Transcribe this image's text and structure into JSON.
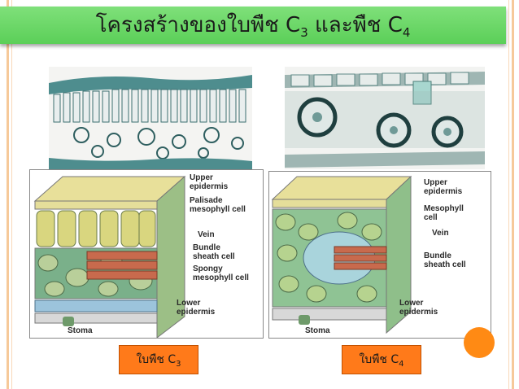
{
  "title": {
    "text": "โครงสร้างของใบพืช C",
    "sub1": "3",
    "mid": " และพืช C",
    "sub2": "4"
  },
  "c3_labels": {
    "upper": "Upper\nepidermis",
    "palisade": "Palisade\nmesophyll cell",
    "vein": "Vein",
    "bundle": "Bundle\nsheath cell",
    "spongy": "Spongy\nmesophyll cell",
    "lower": "Lower\nepidermis",
    "stoma": "Stoma"
  },
  "c4_labels": {
    "upper": "Upper\nepidermis",
    "mesophyll": "Mesophyll\ncell",
    "vein": "Vein",
    "bundle": "Bundle\nsheath cell",
    "lower": "Lower\nepidermis",
    "stoma": "Stoma"
  },
  "captions": {
    "c3": {
      "text": "ใบพืช C",
      "sub": "3"
    },
    "c4": {
      "text": "ใบพืช C",
      "sub": "4"
    }
  },
  "colors": {
    "title_bar": "#5bcf58",
    "caption_bg": "#ff7a1a",
    "accent_dot": "#ff8a14",
    "frame": "#f6c99a"
  }
}
